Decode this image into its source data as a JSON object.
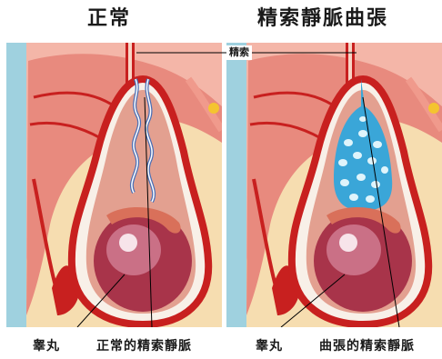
{
  "panels": [
    {
      "title": "正常",
      "label_left": "睾丸",
      "label_right": "正常的精索靜脈"
    },
    {
      "title": "精索靜脈曲張",
      "label_left": "睾丸",
      "label_right": "曲張的精索靜脈"
    }
  ],
  "center_label": "精索",
  "colors": {
    "background_tissue": "#f6ddb0",
    "left_edge": "#9fd1df",
    "muscle": "#e88a7e",
    "scrotum_wall": "#c8201f",
    "testis": "#a8344a",
    "normal_veins": "#4b6fb5",
    "dilated_veins": "#3aa6d8",
    "accent": "#f4c430"
  }
}
